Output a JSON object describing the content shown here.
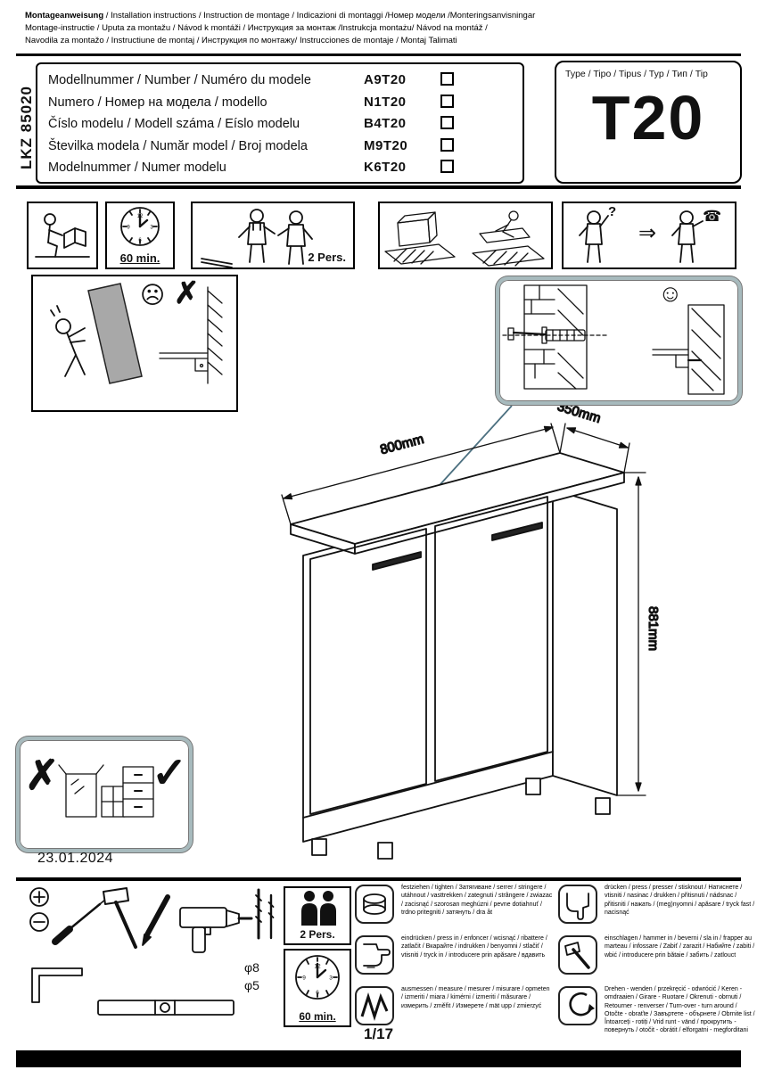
{
  "header": {
    "line1_bold": "Montageanweisung",
    "line1_rest": " / Installation instructions / Instruction de montage / Indicazioni di montaggi /Номер модели /Monteringsanvisningar",
    "line2": "Montage-instructie / Uputa za montažu / Návod k montáži / Инструкция за монтаж /Instrukcja montażu/ Návod na montáž /",
    "line3": "Navodila za montažo / Instructiune de montaj / Инструкция по монтажу/ Instrucciones de montaje / Montaj Talimati"
  },
  "model": {
    "lkz": "LKZ 85020",
    "labels": [
      "Modellnummer / Number / Numéro du modele",
      "Numero /  Номер на модела / modello",
      "Číslo modelu / Modell száma / Eíslo modelu",
      "Številka modela / Număr model / Broj modela",
      "Modelnummer / Numer modelu"
    ],
    "codes": [
      "A9T20",
      "N1T20",
      "B4T20",
      "M9T20",
      "K6T20"
    ],
    "type_label": "Type / Tipo / Tipus / Typ / Тип  / Tip",
    "type_value": "T20"
  },
  "pictos": {
    "time": "60 min.",
    "persons": "2 Pers."
  },
  "cabinet": {
    "width": "800mm",
    "depth": "350mm",
    "height": "881mm"
  },
  "date": "23.01.2024",
  "tools": {
    "dia8": "φ8",
    "dia5": "φ5",
    "persons": "2 Pers.",
    "time": "60 min."
  },
  "icons": {
    "cross": "✗",
    "check": "✓",
    "sad_face": "☹",
    "happy_face": "☺",
    "question_mark": "?",
    "double_arrow": "⇒",
    "phone": "☎",
    "clock_12": "12",
    "clock_3": "3",
    "clock_6": "6",
    "clock_9": "9"
  },
  "steps": [
    {
      "name": "tighten",
      "text": "festziehen / tighten / Затягиване / serrer / stringere / utáhnout / vasttrekken / zategnuti / strângere / zwiazac / zacisnąć / szorosan meghúzni / pevne dotiahnuť / trdno pritegniti / затянуть / dra åt"
    },
    {
      "name": "press",
      "text": "drücken / press / presser / stisknout / Натиснете / vtisniti / nasinac / drukken / přitisnuti / nádsnac / přitisniti / нажать / (meg)nyomni / apăsare / tryck fast / nacisnąć"
    },
    {
      "name": "press-in",
      "text": "eindrücken / press in / enfoncer / wcisnąć / ribattere / zatlačit / Вкарайте / indrukken / benyomni / stlačiť / vtisniti / tryck in / introducere prin apăsare / вдавить"
    },
    {
      "name": "hammer-in",
      "text": "einschlagen / hammer in / beverni / sla in / frapper au marteau / infossare / Zabiť / zarazit / Набийте / zabiti / wbić / introducere prin bătaie / забить / zatlouct"
    },
    {
      "name": "measure",
      "text": "ausmessen / measure / mesurer / misurare / opmeten / izmeriti / miara / kimérni / izmeriti / măsurare / измерить / změřit / Измерете / mät upp / zmierzyć"
    },
    {
      "name": "turn-over",
      "text": "Drehen - wenden / przekręcić - odwrócić / Keren - omdraaien / Girare - Ruotare / Okrenuti - obrnuti / Retourner - renverser / Turn-over - turn around / Otočte - obraťte / Завъртете - обърнете / Obrnite list / Întoarceți - rotiți / Vrid runt - vänd / прокрутить - повернуть / otočit - obrátit / elforgatni - megforditani"
    }
  ],
  "footer": {
    "page": "1/17"
  }
}
